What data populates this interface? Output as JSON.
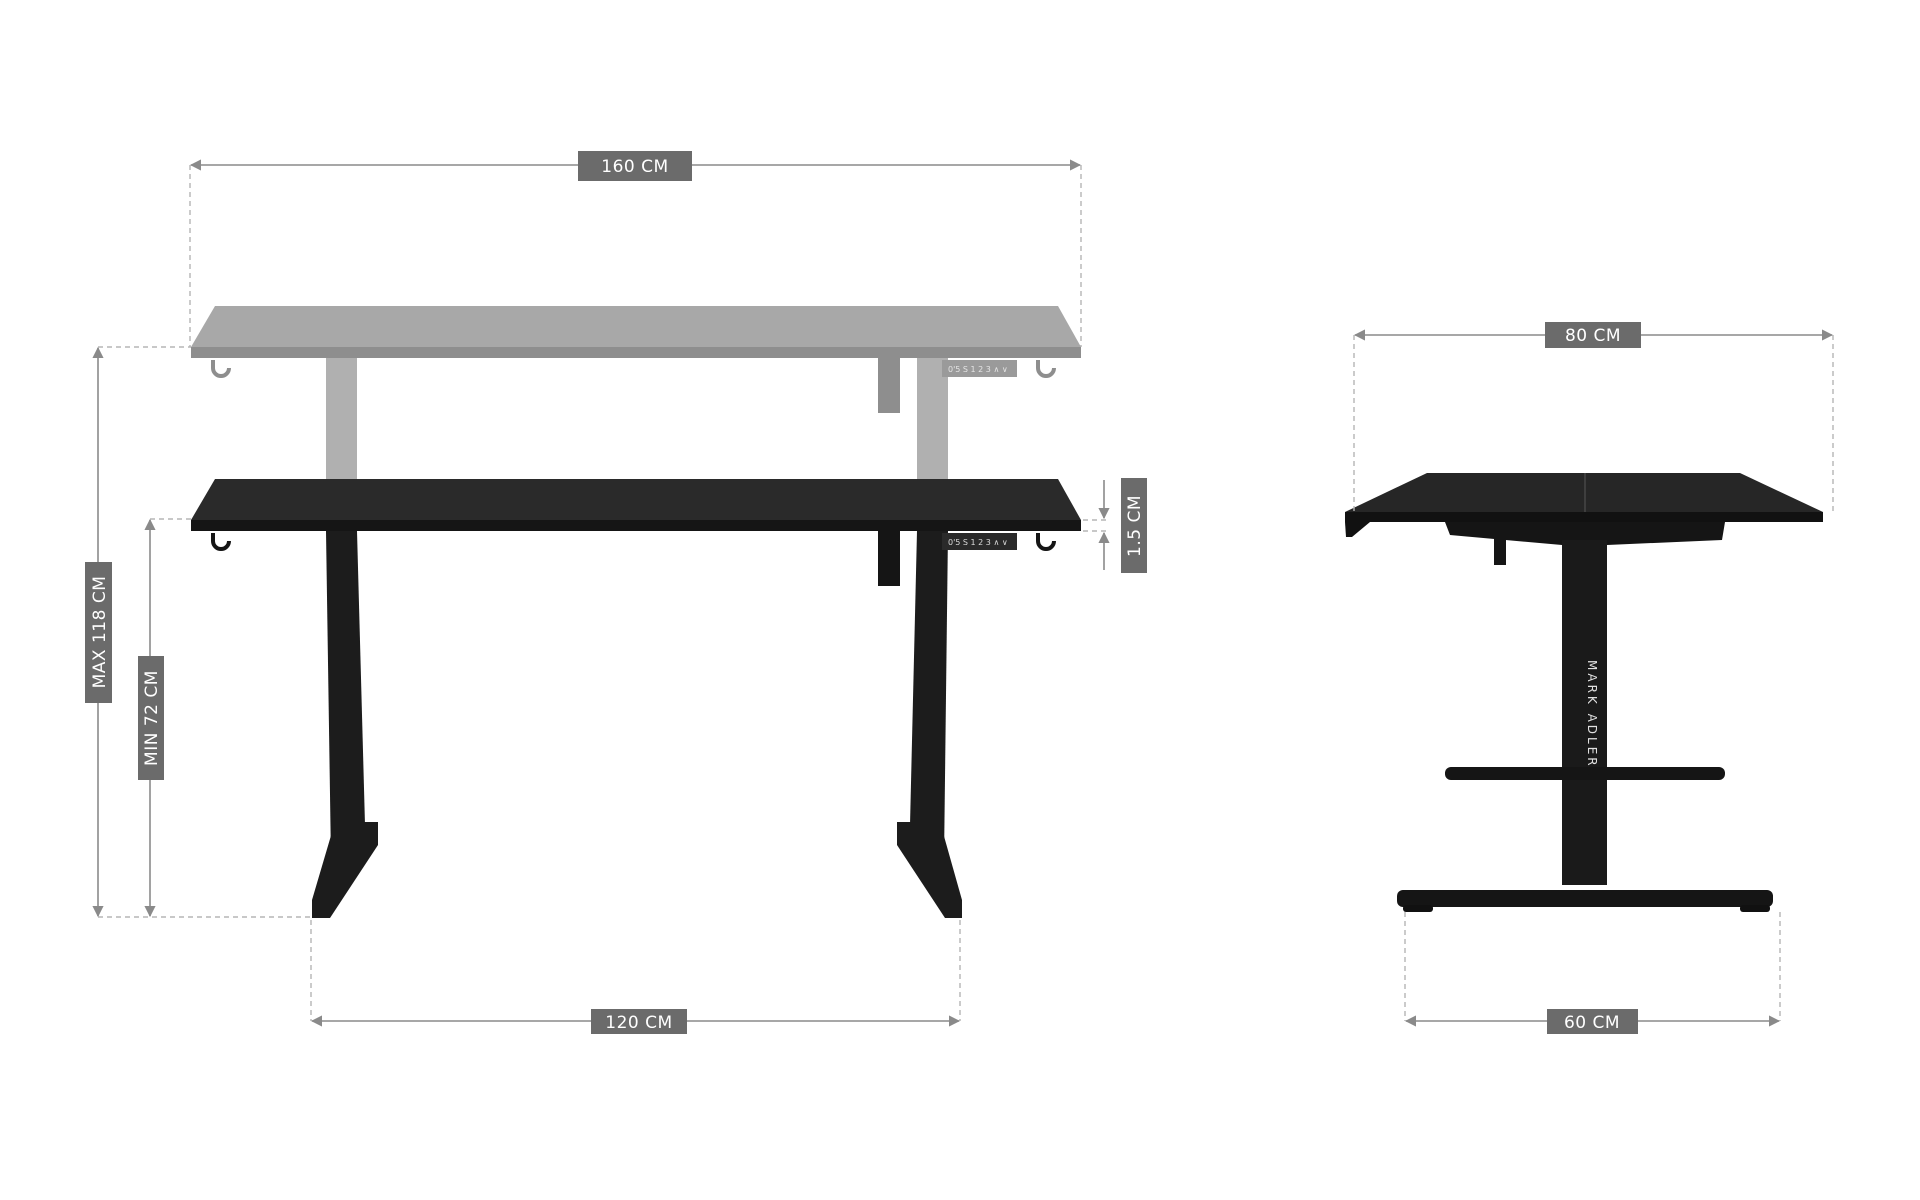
{
  "colors": {
    "label_background": "#6b6b6b",
    "dimension_line": "#8a8a8a",
    "desk_black": "#1c1c1c",
    "desk_raised_grey": "#9a9a9a"
  },
  "front_view": {
    "width_label": "160 CM",
    "foot_span_label": "120 CM",
    "max_height_label": "MAX 118 CM",
    "min_height_label": "MIN 72 CM",
    "top_thickness_label": "1.5 CM",
    "control_panel_text": "0'5 S 1 2 3 ∧ ∨"
  },
  "side_view": {
    "depth_label": "80 CM",
    "base_label": "60 CM",
    "brand": "MARK ADLER"
  }
}
